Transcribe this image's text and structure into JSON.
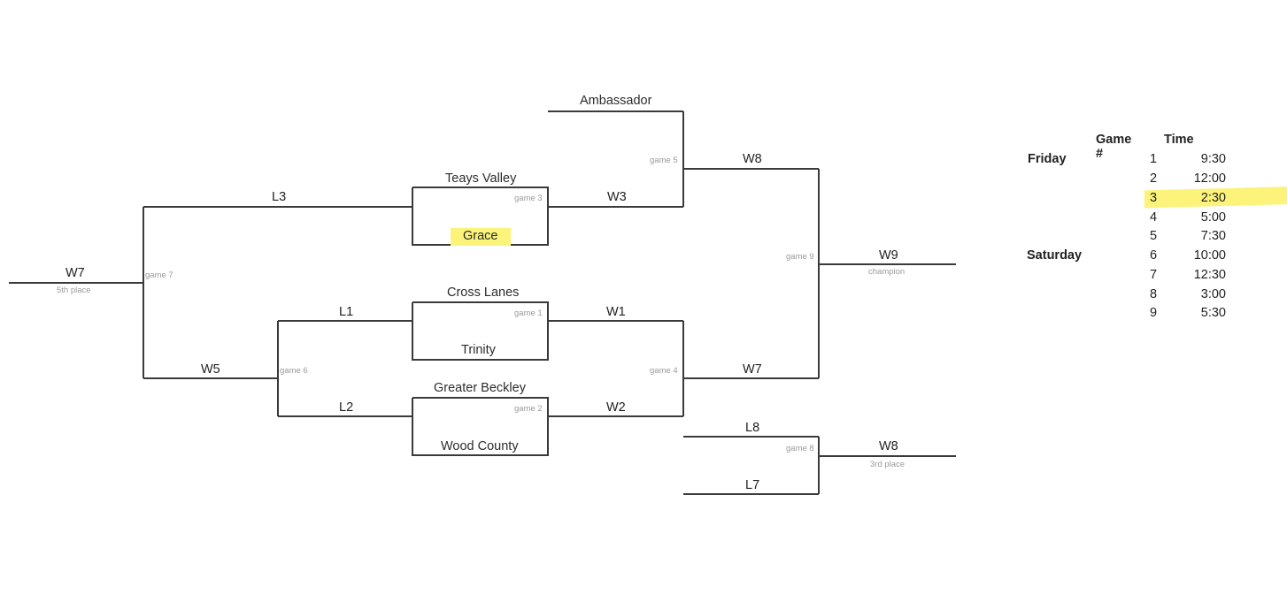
{
  "bracket": {
    "teams": {
      "ambassador": "Ambassador",
      "teays_valley": "Teays Valley",
      "grace": "Grace",
      "cross_lanes": "Cross Lanes",
      "trinity": "Trinity",
      "greater_beckley": "Greater Beckley",
      "wood_county": "Wood County"
    },
    "labels": {
      "w7_fifth": "W7",
      "l3": "L3",
      "w3": "W3",
      "w8_top": "W8",
      "w9": "W9",
      "l1": "L1",
      "w1": "W1",
      "w5": "W5",
      "l2": "L2",
      "w2": "W2",
      "w7_final": "W7",
      "l8": "L8",
      "l7": "L7",
      "w8_third": "W8"
    },
    "games": {
      "g1": "game 1",
      "g2": "game 2",
      "g3": "game 3",
      "g4": "game 4",
      "g5": "game 5",
      "g6": "game 6",
      "g7": "game 7",
      "g8": "game 8",
      "g9": "game 9"
    },
    "places": {
      "fifth": "5th place",
      "champion": "champion",
      "third": "3rd place"
    },
    "highlighted_team": "Grace",
    "highlight_color": "#fbf37a"
  },
  "schedule": {
    "header": {
      "game": "Game #",
      "time": "Time"
    },
    "days": [
      "Friday",
      "Saturday"
    ],
    "rows": [
      {
        "game": "1",
        "time": "9:30"
      },
      {
        "game": "2",
        "time": "12:00"
      },
      {
        "game": "3",
        "time": "2:30"
      },
      {
        "game": "4",
        "time": "5:00"
      },
      {
        "game": "5",
        "time": "7:30"
      },
      {
        "game": "6",
        "time": "10:00"
      },
      {
        "game": "7",
        "time": "12:30"
      },
      {
        "game": "8",
        "time": "3:00"
      },
      {
        "game": "9",
        "time": "5:30"
      }
    ],
    "highlighted_game": "3"
  }
}
